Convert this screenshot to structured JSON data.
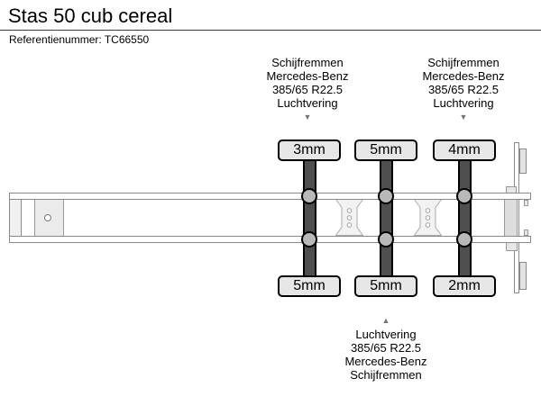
{
  "header": {
    "title": "Stas 50 cub cereal",
    "reference": "Referentienummer: TC66550"
  },
  "annotations": {
    "top_left": {
      "lines": [
        "Schijfremmen",
        "Mercedes-Benz",
        "385/65 R22.5",
        "Luchtvering"
      ],
      "arrow_icon": "▼"
    },
    "top_right": {
      "lines": [
        "Schijfremmen",
        "Mercedes-Benz",
        "385/65 R22.5",
        "Luchtvering"
      ],
      "arrow_icon": "▼"
    },
    "bottom": {
      "arrow_icon": "▲",
      "lines": [
        "Luchtvering",
        "385/65 R22.5",
        "Mercedes-Benz",
        "Schijfremmen"
      ]
    }
  },
  "axles": [
    {
      "top_value": "3mm",
      "bottom_value": "5mm"
    },
    {
      "top_value": "5mm",
      "bottom_value": "5mm"
    },
    {
      "top_value": "4mm",
      "bottom_value": "2mm"
    }
  ],
  "colors": {
    "background": "#ffffff",
    "text": "#000000",
    "label_fill": "#e6e6e6",
    "label_border": "#000000",
    "axle_bar": "#4f4f4f",
    "hub_fill": "#b9b9b9",
    "chassis_outline": "#8a8a8a",
    "arrow": "#757575"
  }
}
